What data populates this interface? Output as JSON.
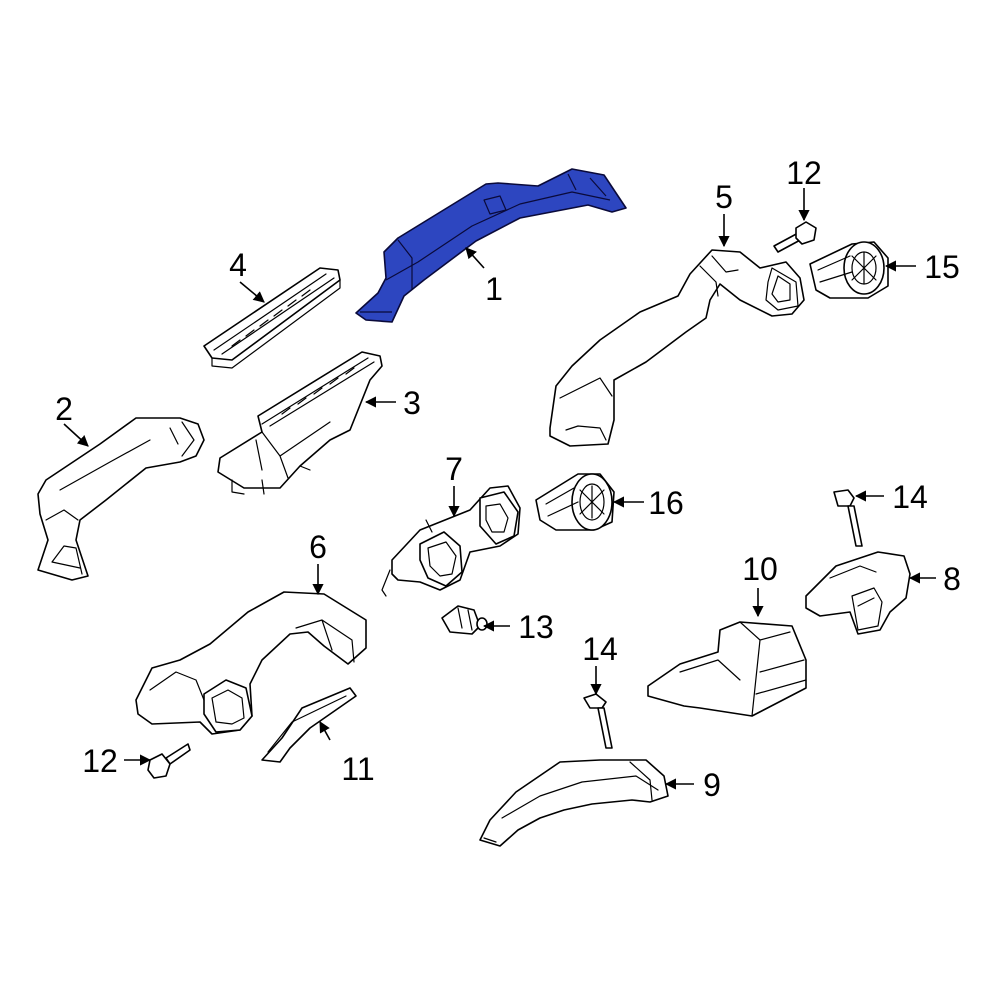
{
  "highlight_color": "#2d46c0",
  "callouts": {
    "c1": "1",
    "c2": "2",
    "c3": "3",
    "c4": "4",
    "c5": "5",
    "c6": "6",
    "c7": "7",
    "c8": "8",
    "c9": "9",
    "c10": "10",
    "c11": "11",
    "c12a": "12",
    "c12b": "12",
    "c13": "13",
    "c14a": "14",
    "c14b": "14",
    "c15": "15",
    "c16": "16"
  }
}
